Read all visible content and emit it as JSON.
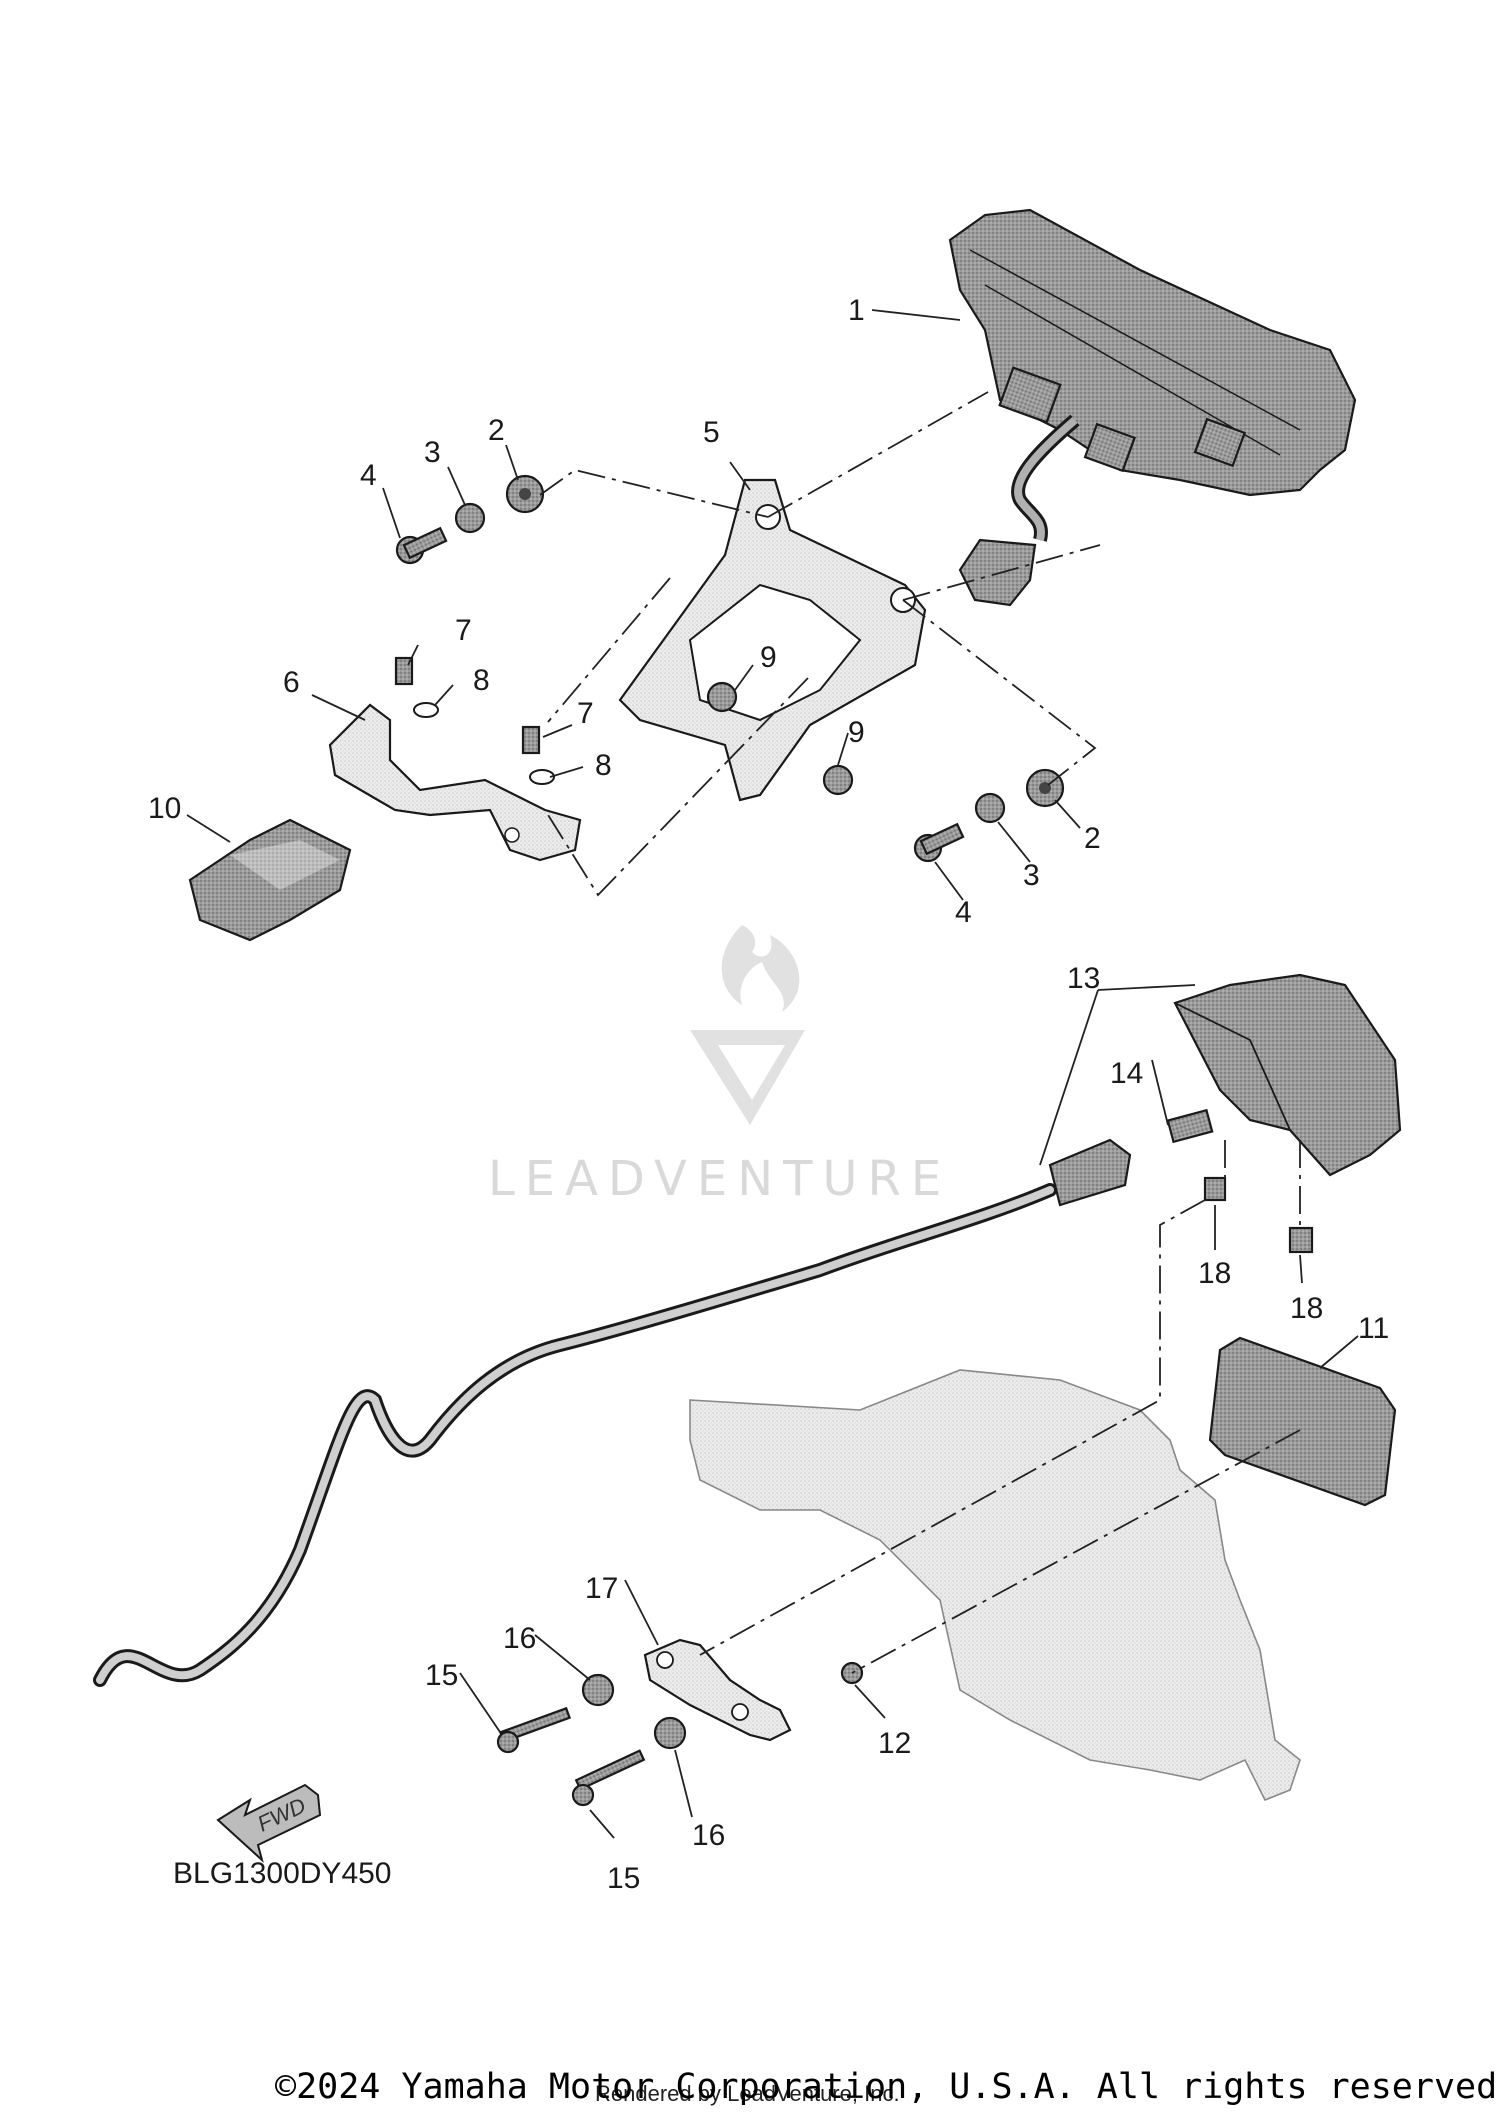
{
  "diagram_code": "BLG1300DY450",
  "fwd_label": "FWD",
  "watermark": "LEADVENTURE",
  "copyright": "©2024 Yamaha Motor Corporation, U.S.A. All rights reserved.",
  "rendered_by": "Rendered by LeadVenture, Inc.",
  "callouts": [
    "1",
    "2",
    "3",
    "4",
    "5",
    "2",
    "3",
    "4",
    "7",
    "8",
    "7",
    "8",
    "9",
    "9",
    "6",
    "10",
    "13",
    "14",
    "18",
    "18",
    "11",
    "17",
    "16",
    "15",
    "16",
    "15",
    "12"
  ],
  "colors": {
    "ink": "#1a1a1a",
    "part_fill": "#8c8c8c",
    "light_part_fill": "#e6e6e6",
    "watermark": "#d9d9d9"
  }
}
